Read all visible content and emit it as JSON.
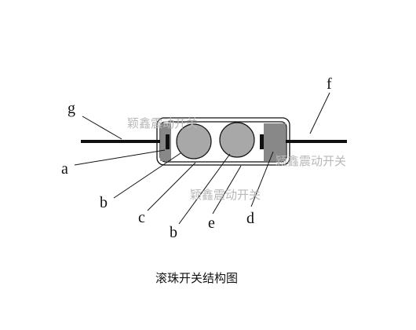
{
  "caption": "滚珠开关结构图",
  "watermark": "颖鑫震动开关",
  "labels": {
    "a": "a",
    "b1": "b",
    "b2": "b",
    "c": "c",
    "d": "d",
    "e": "e",
    "f": "f",
    "g": "g"
  },
  "colors": {
    "line": "#111111",
    "ball": "#a8a8a8",
    "block": "#888888",
    "watermark": "#b9b9b9"
  }
}
